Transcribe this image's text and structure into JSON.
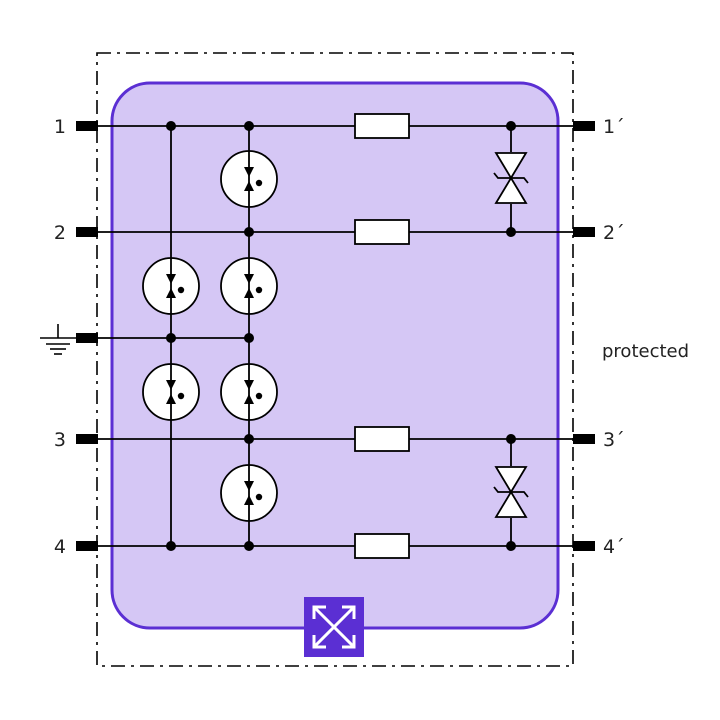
{
  "terminals": {
    "left": [
      "1",
      "2",
      "3",
      "4"
    ],
    "right": [
      "1´",
      "2´",
      "3´",
      "4´"
    ]
  },
  "side_label": "protected",
  "colors": {
    "fill": "#d5c7f5",
    "border": "#5b2fd3",
    "line": "#000000",
    "badge": "#5b2fd3"
  },
  "icons": {
    "ground": "ground-icon",
    "gas_discharge_tube": "gas-discharge-tube-icon",
    "resistor": "resistor-icon",
    "tvs_diode": "tvs-diode-icon",
    "badge": "arrows-expand-icon"
  }
}
